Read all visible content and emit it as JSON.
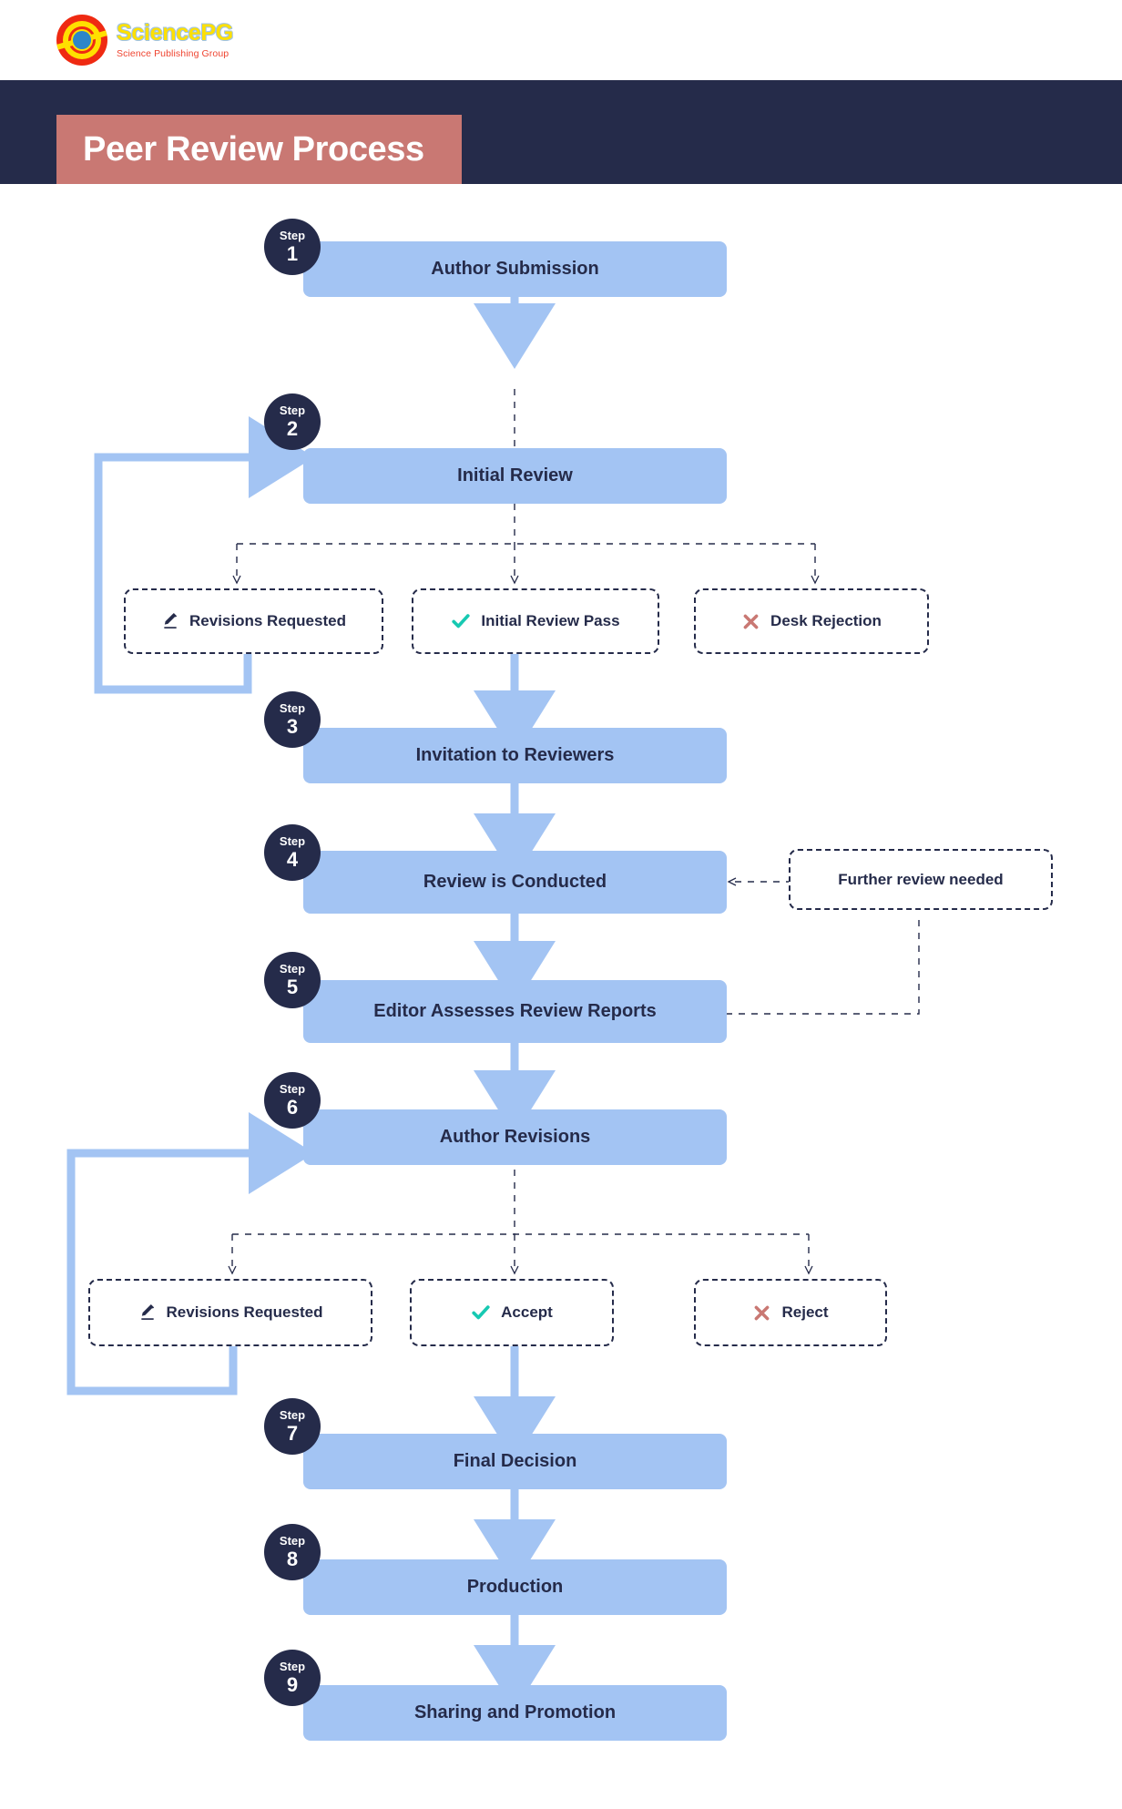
{
  "header": {
    "logo_name": "sciencepg-logo",
    "logo_title": "SciencePG",
    "logo_subtitle": "Science Publishing Group"
  },
  "banner": {
    "title": "Peer Review Process",
    "bg_color": "#252B4A",
    "title_block_color": "#C97873"
  },
  "colors": {
    "step_box": "#A3C4F3",
    "step_badge": "#252B4A",
    "accent_teal": "#17C9B2",
    "accent_red": "#C97873",
    "arrow_blue": "#A3C4F3",
    "dashed_navy": "#252B4A"
  },
  "steps": [
    {
      "word": "Step",
      "num": "1",
      "label": "Author Submission"
    },
    {
      "word": "Step",
      "num": "2",
      "label": "Initial Review"
    },
    {
      "word": "Step",
      "num": "3",
      "label": "Invitation to Reviewers"
    },
    {
      "word": "Step",
      "num": "4",
      "label": "Review is Conducted"
    },
    {
      "word": "Step",
      "num": "5",
      "label": "Editor Assesses Review Reports"
    },
    {
      "word": "Step",
      "num": "6",
      "label": "Author Revisions"
    },
    {
      "word": "Step",
      "num": "7",
      "label": "Final Decision"
    },
    {
      "word": "Step",
      "num": "8",
      "label": "Production"
    },
    {
      "word": "Step",
      "num": "9",
      "label": "Sharing and Promotion"
    }
  ],
  "branch_one": {
    "options": [
      {
        "label": "Revisions Requested",
        "icon": "pencil-icon"
      },
      {
        "label": "Initial Review Pass",
        "icon": "check-icon"
      },
      {
        "label": "Desk Rejection",
        "icon": "cross-icon"
      }
    ]
  },
  "branch_two": {
    "options": [
      {
        "label": "Revisions Requested",
        "icon": "pencil-icon"
      },
      {
        "label": "Accept",
        "icon": "check-icon"
      },
      {
        "label": "Reject",
        "icon": "cross-icon"
      }
    ]
  },
  "side_note": {
    "label": "Further review needed"
  }
}
